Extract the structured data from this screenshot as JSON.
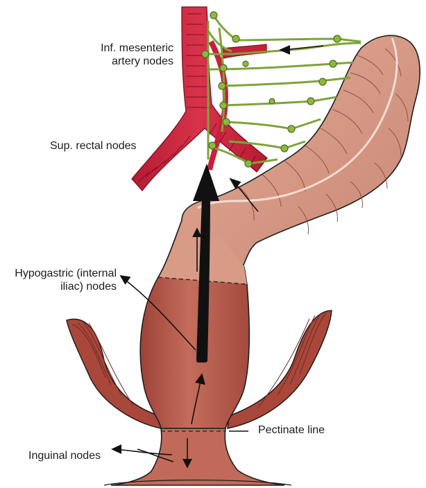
{
  "labels": {
    "inf_mesenteric_line1": "Inf. mesenteric",
    "inf_mesenteric_line2": "artery nodes",
    "sup_rectal": "Sup. rectal nodes",
    "hypogastric_line1": "Hypogastric (internal",
    "hypogastric_line2": "iliac) nodes",
    "pectinate": "Pectinate line",
    "inguinal": "Inguinal nodes"
  },
  "colors": {
    "artery": "#c8203a",
    "colon": "#d89b86",
    "rectum": "#b7584b",
    "muscle": "#a9473a",
    "lymph": "#7ea33a",
    "outline": "#1e1e1e"
  }
}
